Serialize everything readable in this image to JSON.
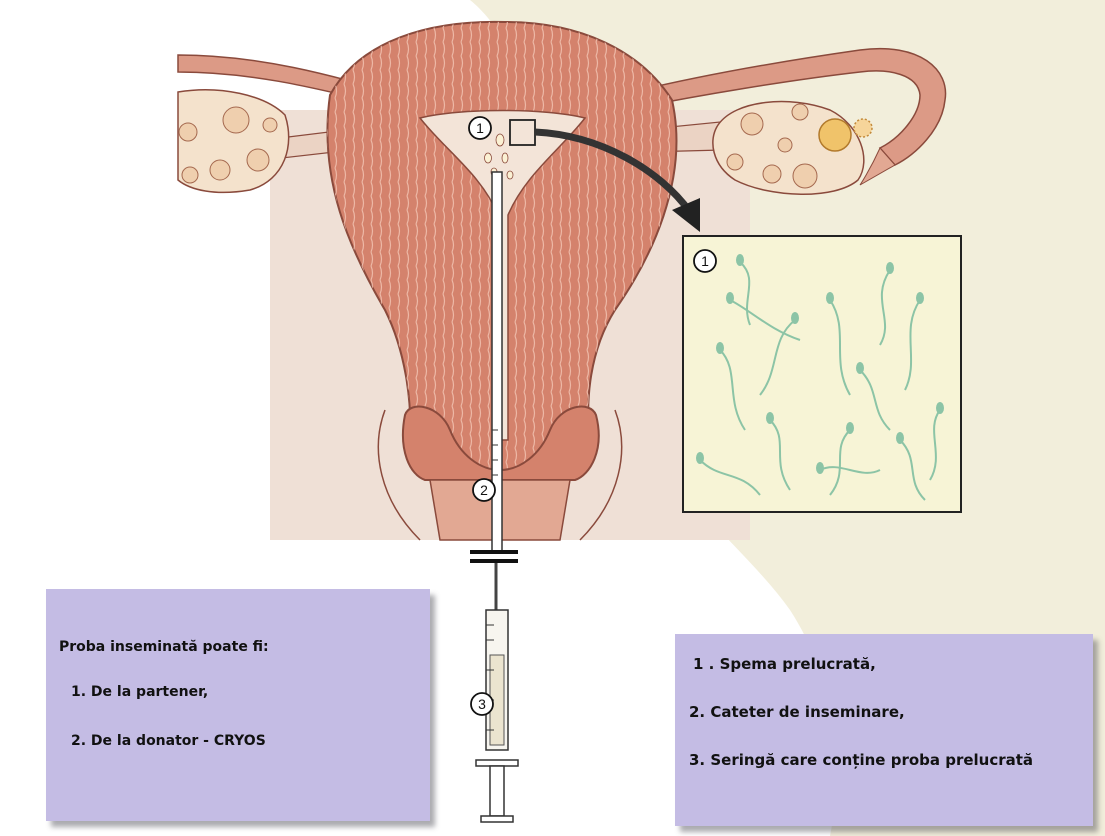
{
  "callouts": {
    "spermatozoa": "1",
    "zoom_spermatozoa": "1",
    "catheter": "2",
    "syringe": "3"
  },
  "sample_box": {
    "heading": "Proba inseminată poate fi:",
    "items": [
      "1. De la partener,",
      "2. De la donator - CRYOS"
    ]
  },
  "legend_box": {
    "items": [
      "1 . Spema prelucrată,",
      "2.  Cateter de inseminare,",
      "3.  Seringă care conține proba prelucrată"
    ]
  },
  "colors": {
    "background_cream": "#f2eedb",
    "tissue": "#efe0d6",
    "muscle": "#d4826c",
    "muscle_dark": "#b9634c",
    "ovary": "#f4e2cc",
    "zoom_fill": "#f7f4d6",
    "sperm": "#8cc4a6",
    "box_fill": "#c4bce4"
  }
}
